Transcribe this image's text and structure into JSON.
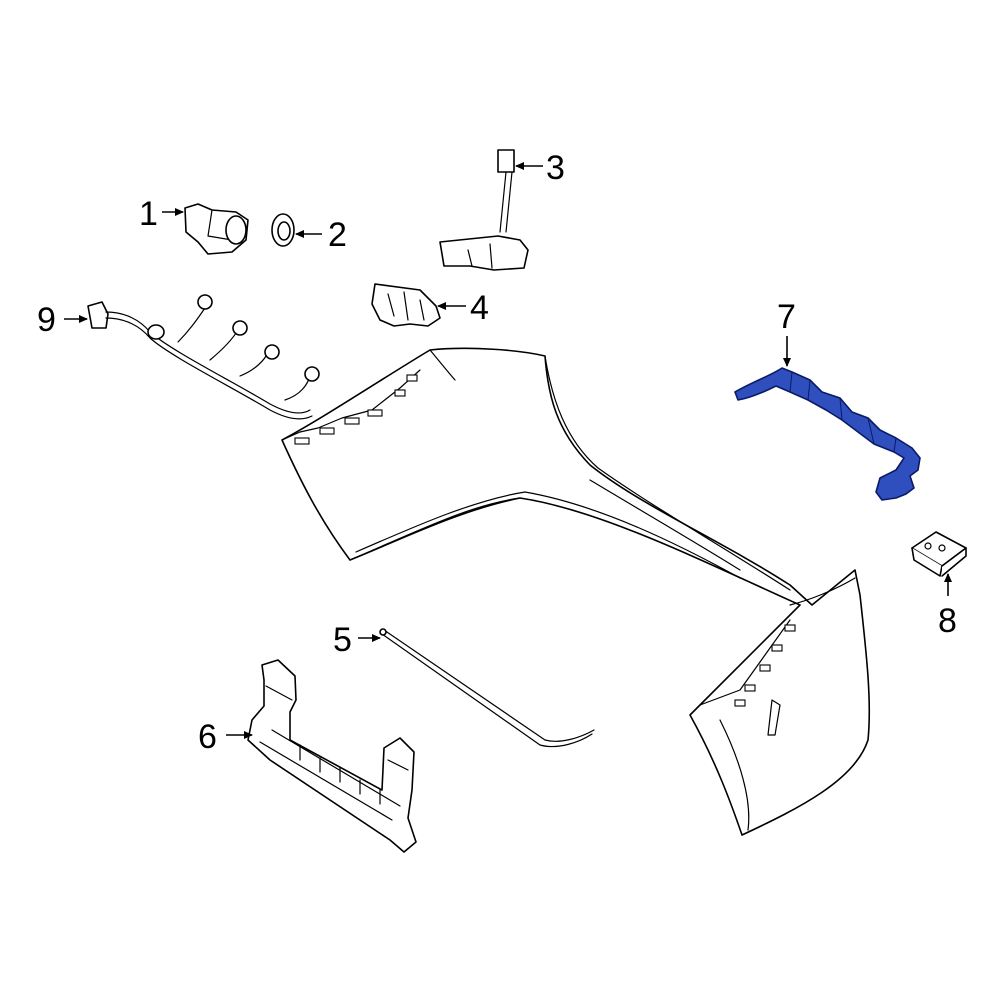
{
  "callouts": [
    {
      "id": "1",
      "label": "1"
    },
    {
      "id": "2",
      "label": "2"
    },
    {
      "id": "3",
      "label": "3"
    },
    {
      "id": "4",
      "label": "4"
    },
    {
      "id": "5",
      "label": "5"
    },
    {
      "id": "6",
      "label": "6"
    },
    {
      "id": "7",
      "label": "7"
    },
    {
      "id": "8",
      "label": "8"
    },
    {
      "id": "9",
      "label": "9"
    }
  ],
  "highlighted_part": "7",
  "colors": {
    "line": "#000000",
    "highlight_fill": "#2f4fbf",
    "highlight_stroke": "#0b1a66",
    "background": "#ffffff"
  }
}
